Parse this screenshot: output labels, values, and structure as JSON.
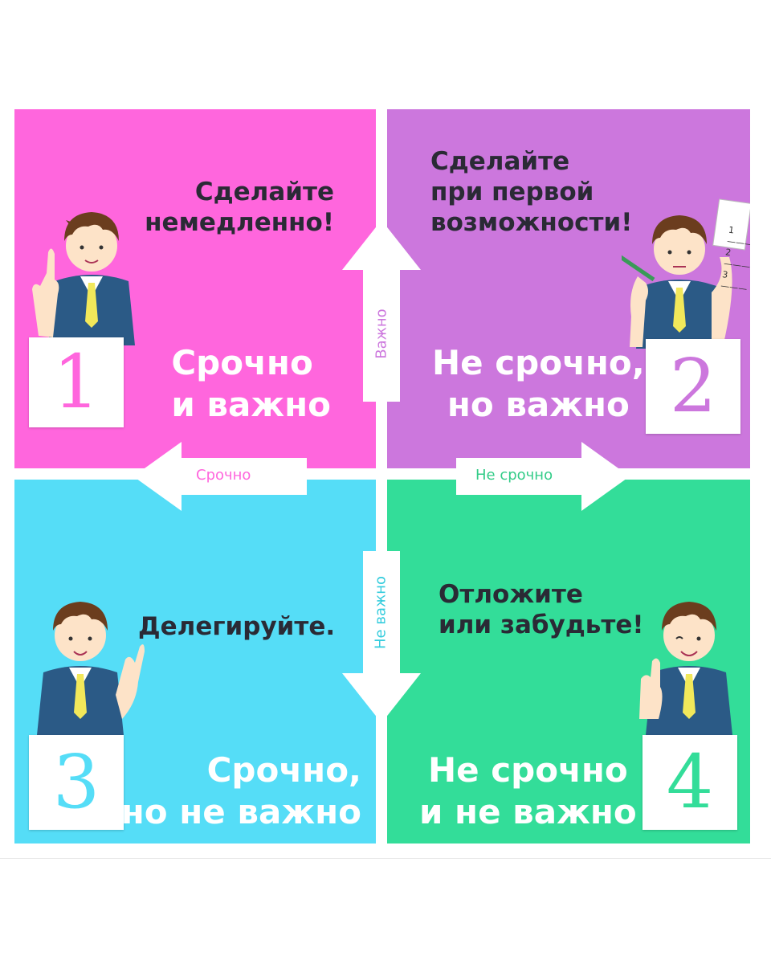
{
  "colors": {
    "q1": "#ff66dd",
    "q2": "#cc77dd",
    "q3": "#55ddf7",
    "q4": "#33dd99",
    "action_text": "#2a2a35",
    "white": "#ffffff"
  },
  "quadrants": [
    {
      "number": "1",
      "action": [
        "Сделайте",
        "немедленно!"
      ],
      "title": [
        "Срочно",
        "и важно"
      ]
    },
    {
      "number": "2",
      "action": [
        "Сделайте",
        "при первой",
        "возможности!"
      ],
      "title": [
        "Не срочно,",
        "но важно"
      ]
    },
    {
      "number": "3",
      "action": [
        "Делегируйте."
      ],
      "title": [
        "Срочно,",
        "но не важно"
      ]
    },
    {
      "number": "4",
      "action": [
        "Отложите",
        "или забудьте!"
      ],
      "title": [
        "Не срочно",
        "и не важно"
      ]
    }
  ],
  "axes": {
    "up": "Важно",
    "left": "Срочно",
    "right": "Не срочно",
    "down": "Не важно"
  },
  "list_items": [
    "1",
    "2",
    "3"
  ]
}
